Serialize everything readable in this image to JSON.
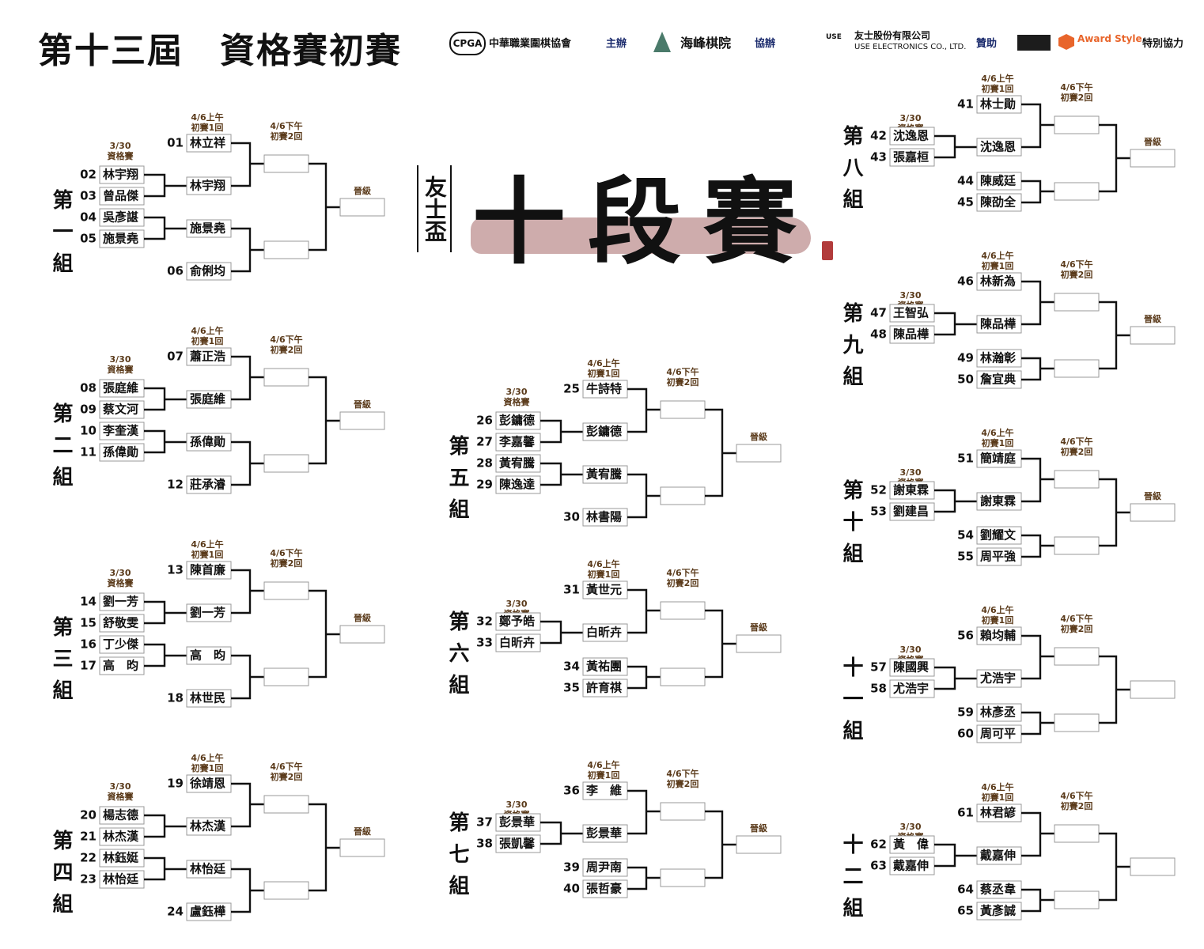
{
  "title": "第十三屆　資格賽初賽",
  "sponsors": {
    "cpga_logo": "CPGA",
    "host_org": "中華職業圍棋協會",
    "host_role": "主辦",
    "coorg": "海峰棋院",
    "coorg_role": "協辦",
    "use_logo": "USE",
    "sponsor_name": "友士股份有限公司",
    "sponsor_en": "USE ELECTRONICS CO., LTD.",
    "sponsor_role": "贊助",
    "award_style": "Award Style",
    "special_role": "特別協力"
  },
  "hero": {
    "cup": "友士盃",
    "name": "十段賽"
  },
  "labels": {
    "qual": [
      "3/30",
      "資格賽"
    ],
    "r1": [
      "4/6上午",
      "初賽1回"
    ],
    "r2": [
      "4/6下午",
      "初賽2回"
    ],
    "adv": "晉級"
  },
  "groups": [
    {
      "name": "第一組",
      "seed": [
        "01",
        "林立祥"
      ],
      "qa": [
        "02",
        "林宇翔"
      ],
      "qb": [
        "03",
        "曾品傑"
      ],
      "q2a": [
        "04",
        "吳彥諶"
      ],
      "q2b": [
        "05",
        "施景堯"
      ],
      "last": [
        "06",
        "俞俐均"
      ],
      "w1": "林宇翔",
      "w2": "施景堯",
      "adv": "晉級"
    },
    {
      "name": "第二組",
      "seed": [
        "07",
        "蕭正浩"
      ],
      "qa": [
        "08",
        "張庭維"
      ],
      "qb": [
        "09",
        "蔡文河"
      ],
      "q2a": [
        "10",
        "李奎漢"
      ],
      "q2b": [
        "11",
        "孫偉勛"
      ],
      "last": [
        "12",
        "莊承濬"
      ],
      "w1": "張庭維",
      "w2": "孫偉勛",
      "adv": "晉級"
    },
    {
      "name": "第三組",
      "seed": [
        "13",
        "陳首廉"
      ],
      "qa": [
        "14",
        "劉一芳"
      ],
      "qb": [
        "15",
        "舒敬雯"
      ],
      "q2a": [
        "16",
        "丁少傑"
      ],
      "q2b": [
        "17",
        "高　昀"
      ],
      "last": [
        "18",
        "林世民"
      ],
      "w1": "劉一芳",
      "w2": "高　昀",
      "adv": "晉級"
    },
    {
      "name": "第四組",
      "seed": [
        "19",
        "徐靖恩"
      ],
      "qa": [
        "20",
        "楊志德"
      ],
      "qb": [
        "21",
        "林杰漢"
      ],
      "q2a": [
        "22",
        "林鈺娗"
      ],
      "q2b": [
        "23",
        "林怡廷"
      ],
      "last": [
        "24",
        "盧鈺樺"
      ],
      "w1": "林杰漢",
      "w2": "林怡廷",
      "adv": "晉級"
    },
    {
      "name": "第五組",
      "seed": [
        "25",
        "牛詩特"
      ],
      "qa": [
        "26",
        "彭鏞德"
      ],
      "qb": [
        "27",
        "李嘉馨"
      ],
      "q2a": [
        "28",
        "黃宥騰"
      ],
      "q2b": [
        "29",
        "陳逸達"
      ],
      "last": [
        "30",
        "林書陽"
      ],
      "w1": "彭鏞德",
      "w2": "黃宥騰",
      "adv": "晉級"
    },
    {
      "name": "第六組",
      "seed": [
        "31",
        "黃世元"
      ],
      "qa": [
        "32",
        "鄭予皓"
      ],
      "qb": [
        "33",
        "白昕卉"
      ],
      "w1": "白昕卉",
      "p3": [
        "34",
        "黃祐團"
      ],
      "p4": [
        "35",
        "許育祺"
      ],
      "adv": "晉級"
    },
    {
      "name": "第七組",
      "seed": [
        "36",
        "李　維"
      ],
      "qa": [
        "37",
        "彭景華"
      ],
      "qb": [
        "38",
        "張凱馨"
      ],
      "w1": "彭景華",
      "p3": [
        "39",
        "周尹南"
      ],
      "p4": [
        "40",
        "張哲豪"
      ],
      "adv": "晉級"
    },
    {
      "name": "第八組",
      "seed": [
        "41",
        "林士勛"
      ],
      "qa": [
        "42",
        "沈逸恩"
      ],
      "qb": [
        "43",
        "張嘉桓"
      ],
      "w1": "沈逸恩",
      "p3": [
        "44",
        "陳威廷"
      ],
      "p4": [
        "45",
        "陳劭全"
      ],
      "adv": "晉級"
    },
    {
      "name": "第九組",
      "seed": [
        "46",
        "林新為"
      ],
      "qa": [
        "47",
        "王智弘"
      ],
      "qb": [
        "48",
        "陳品樺"
      ],
      "w1": "陳品樺",
      "p3": [
        "49",
        "林瀚彰"
      ],
      "p4": [
        "50",
        "詹宜典"
      ],
      "adv": "晉級"
    },
    {
      "name": "第十組",
      "seed": [
        "51",
        "簡靖庭"
      ],
      "qa": [
        "52",
        "謝東霖"
      ],
      "qb": [
        "53",
        "劉建昌"
      ],
      "w1": "謝東霖",
      "p3": [
        "54",
        "劉耀文"
      ],
      "p4": [
        "55",
        "周平強"
      ],
      "adv": "晉級"
    },
    {
      "name": "十一組",
      "seed": [
        "56",
        "賴均輔"
      ],
      "qa": [
        "57",
        "陳國興"
      ],
      "qb": [
        "58",
        "尤浩宇"
      ],
      "w1": "尤浩宇",
      "p3": [
        "59",
        "林彥丞"
      ],
      "p4": [
        "60",
        "周可平"
      ],
      "adv": ""
    },
    {
      "name": "十二組",
      "seed": [
        "61",
        "林君諺"
      ],
      "qa": [
        "62",
        "黃　偉"
      ],
      "qb": [
        "63",
        "戴嘉伸"
      ],
      "w1": "戴嘉伸",
      "p3": [
        "64",
        "蔡丞韋"
      ],
      "p4": [
        "65",
        "黃彥誠"
      ],
      "adv": ""
    }
  ],
  "colors": {
    "line": "#111111",
    "role": "#1a2a6c",
    "label": "#5a3a1a",
    "brush": "#c9a3a3",
    "seal": "#b23b3b"
  }
}
